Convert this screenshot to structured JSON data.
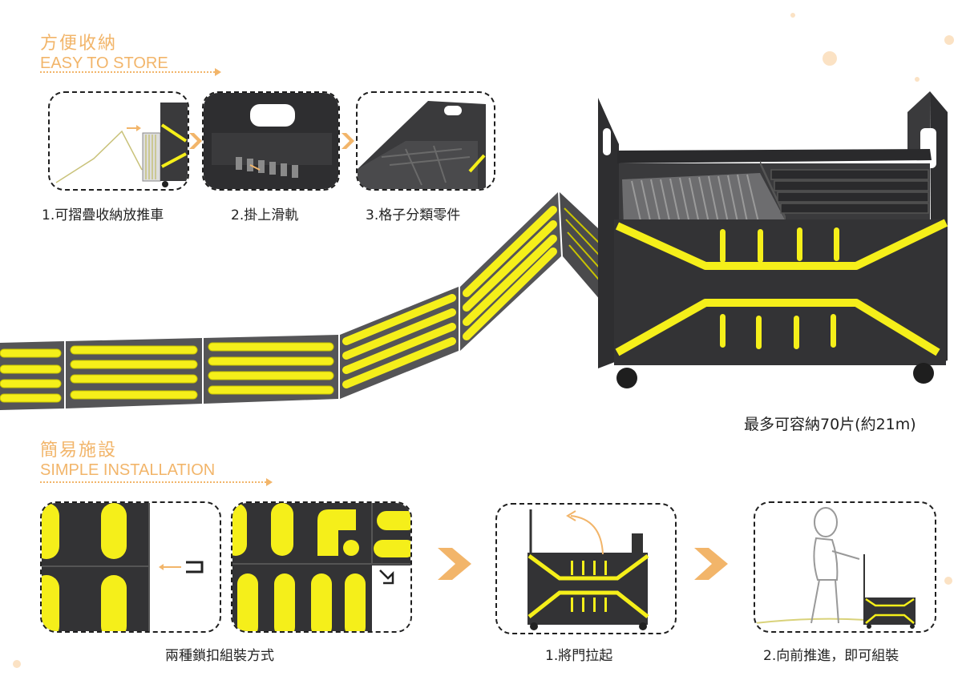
{
  "sections": {
    "store": {
      "title_cn": "方便收納",
      "title_en": "EASY TO STORE"
    },
    "install": {
      "title_cn": "簡易施設",
      "title_en": "SIMPLE INSTALLATION"
    }
  },
  "store_steps": [
    {
      "label": "1.可摺疊收納放推車"
    },
    {
      "label": "2.掛上滑軌"
    },
    {
      "label": "3.格子分類零件"
    }
  ],
  "capacity": {
    "label": "最多可容納70片(約21m)"
  },
  "install_steps": {
    "lock_label": "兩種鎖扣組裝方式",
    "step1_label": "1.將門拉起",
    "step2_label": "2.向前推進，即可組裝"
  },
  "colors": {
    "accent": "#f2b56a",
    "yellow": "#f5ef1a",
    "body": "#3a3a3c",
    "panel_border": "#1f1f1f"
  }
}
